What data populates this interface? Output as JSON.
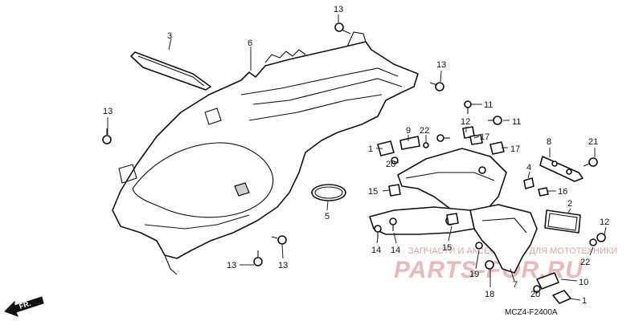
{
  "callouts": {
    "c1": "1",
    "c2": "2",
    "c3": "3",
    "c4": "4",
    "c5": "5",
    "c6": "6",
    "c7": "7",
    "c8": "8",
    "c9": "9",
    "c10": "10",
    "c11": "11",
    "c12": "12",
    "c13": "13",
    "c14": "14",
    "c15": "15",
    "c16": "16",
    "c17": "17",
    "c18": "18",
    "c19": "19",
    "c20": "20",
    "c21": "21",
    "c22": "22"
  },
  "direction_arrow": "FR.",
  "diagram_code": "MCZ4-F2400A",
  "watermark": {
    "top_text": "ЗАПЧАСТИ И АКСЕССУАРЫ ДЛЯ МОТОТЕХНИКИ",
    "logo_text": "PARTS-FOR.RU"
  },
  "colors": {
    "line": "#111111",
    "watermark": "#e3b2b2"
  }
}
